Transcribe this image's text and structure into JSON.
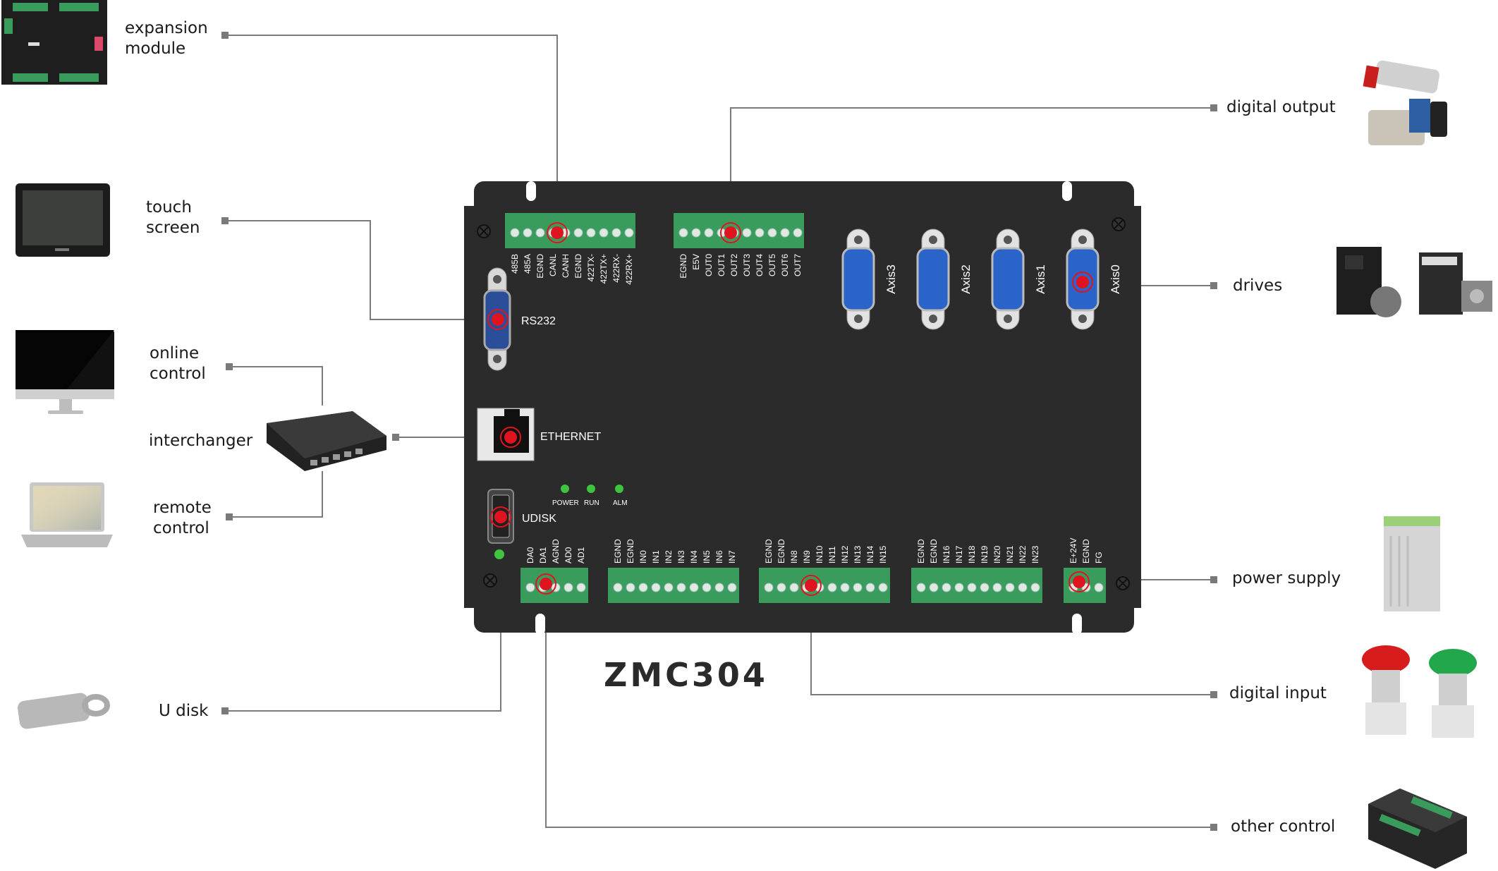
{
  "model": "ZMC304",
  "colors": {
    "board": "#2b2b2b",
    "terminal": "#3a9c5c",
    "db_blue": "#2a64c8",
    "marker": "#e0141e",
    "connector_line": "#7a7a7a",
    "led": "#3ec43e"
  },
  "peripherals": {
    "expansion_module": "expansion\nmodule",
    "touch_screen": "touch\nscreen",
    "online_control": "online\ncontrol",
    "interchanger": "interchanger",
    "remote_control": "remote\ncontrol",
    "u_disk": "U disk",
    "digital_output": "digital output",
    "drives": "drives",
    "power_supply": "power supply",
    "digital_input": "digital input",
    "other_control": "other control"
  },
  "board_labels": {
    "rs232": "RS232",
    "ethernet": "ETHERNET",
    "udisk": "UDISK",
    "led_power": "POWER",
    "led_run": "RUN",
    "led_alm": "ALM",
    "axes": [
      "Axis3",
      "Axis2",
      "Axis1",
      "Axis0"
    ]
  },
  "terminals": {
    "comm": [
      "485B",
      "485A",
      "EGND",
      "CANL",
      "CANH",
      "EGND",
      "422TX-",
      "422TX+",
      "422RX-",
      "422RX+"
    ],
    "outputs": [
      "EGND",
      "E5V",
      "OUT0",
      "OUT1",
      "OUT2",
      "OUT3",
      "OUT4",
      "OUT5",
      "OUT6",
      "OUT7"
    ],
    "analog": [
      "DA0",
      "DA1",
      "AGND",
      "AD0",
      "AD1"
    ],
    "in_a": [
      "EGND",
      "EGND",
      "IN0",
      "IN1",
      "IN2",
      "IN3",
      "IN4",
      "IN5",
      "IN6",
      "IN7"
    ],
    "in_b": [
      "EGND",
      "EGND",
      "IN8",
      "IN9",
      "IN10",
      "IN11",
      "IN12",
      "IN13",
      "IN14",
      "IN15"
    ],
    "in_c": [
      "EGND",
      "EGND",
      "IN16",
      "IN17",
      "IN18",
      "IN19",
      "IN20",
      "IN21",
      "IN22",
      "IN23"
    ],
    "power": [
      "E+24V",
      "EGND",
      "FG"
    ]
  }
}
